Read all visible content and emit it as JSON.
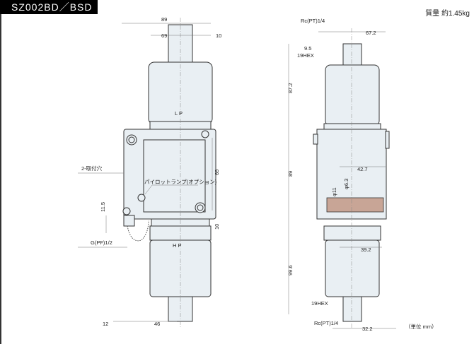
{
  "title": "SZ002BD／BSD",
  "weight": "質量 約1.45kg",
  "front": {
    "dim_width": "89",
    "dim_inner": "69",
    "dim_right": "10",
    "dim_height": "69",
    "dim_gap": "10",
    "dim_offset": "11.5",
    "dim_bottom_left": "12",
    "dim_bottom_mid": "46",
    "label_mount": "2-取付穴",
    "label_lamp": "パイロットランプ(オプション)",
    "label_port": "G(PF)1/2",
    "label_lp": "L P",
    "label_hp": "H P"
  },
  "side": {
    "port_top": "Rc(PT)1/4",
    "dim_top": "67.2",
    "dim_hex_offset": "9.5",
    "hex_top": "19HEX",
    "dim_upper": "87.2",
    "dim_mid": "89",
    "dim_427": "42.7",
    "dim_phi11": "φ11",
    "dim_phi63": "φ6.3",
    "dim_392": "39.2",
    "dim_lower": "99.6",
    "hex_bottom": "19HEX",
    "port_bottom": "Rc(PT)1/4",
    "dim_bottom": "32.2",
    "unit": "（単位 mm）"
  }
}
